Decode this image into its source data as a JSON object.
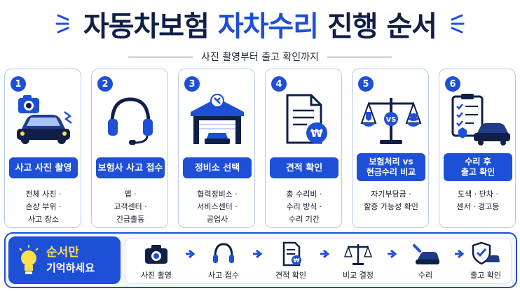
{
  "title": {
    "part1": "자동차보험",
    "part2": "자차수리",
    "part3": "진행 순서"
  },
  "subtitle": "사진 촬영부터 출고 확인까지",
  "colors": {
    "primary": "#1d4fd7",
    "navy": "#0f1f48",
    "accent_yellow": "#fde047",
    "card_border": "#b8c8ec"
  },
  "steps": [
    {
      "number": "1",
      "icon": "camera-crashed-car-icon",
      "label": "사고 사진 촬영",
      "desc": [
        "전체 사진 ·",
        "손상 부위 ·",
        "사고 장소"
      ]
    },
    {
      "number": "2",
      "icon": "headset-icon",
      "label": "보험사 사고 접수",
      "desc": [
        "앱 ·",
        "고객센터 ·",
        "긴급출동"
      ]
    },
    {
      "number": "3",
      "icon": "repair-shop-icon",
      "label": "정비소 선택",
      "desc": [
        "협력정비소 ·",
        "서비스센터 ·",
        "공업사"
      ]
    },
    {
      "number": "4",
      "icon": "estimate-document-icon",
      "label": "견적 확인",
      "desc": [
        "총 수리비 ·",
        "수리 방식 ·",
        "수리 기간"
      ]
    },
    {
      "number": "5",
      "icon": "balance-scale-icon",
      "label_line1": "보험처리 vs",
      "label_line2": "현금수리 비교",
      "desc": [
        "자기부담금 ·",
        "할증 가능성 확인"
      ]
    },
    {
      "number": "6",
      "icon": "checklist-car-icon",
      "label_line1": "수리 후",
      "label_line2": "출고 확인",
      "desc": [
        "도색 · 단차 ·",
        "센서 · 경고등"
      ]
    }
  ],
  "summary": {
    "icon": "lightbulb-icon",
    "line1": "순서만",
    "line2": "기억하세요",
    "flow": [
      {
        "icon": "camera-icon",
        "label": "사진 촬영"
      },
      {
        "icon": "headset-icon",
        "label": "사고 접수"
      },
      {
        "icon": "document-icon",
        "label": "견적 확인"
      },
      {
        "icon": "scale-icon",
        "label": "비교 결정"
      },
      {
        "icon": "wrench-car-icon",
        "label": "수리"
      },
      {
        "icon": "shield-car-icon",
        "label": "출고 확인"
      }
    ]
  }
}
